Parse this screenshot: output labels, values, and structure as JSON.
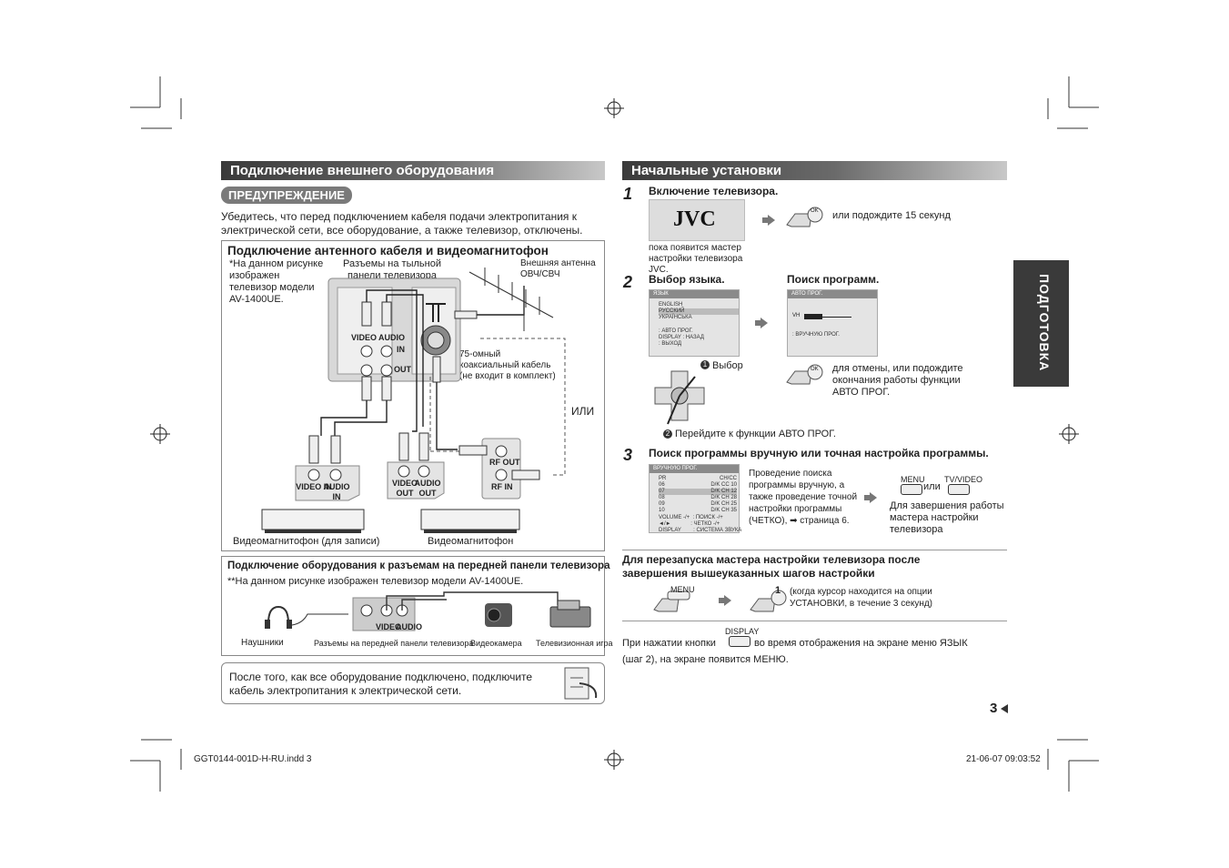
{
  "left": {
    "title": "Подключение внешнего оборудования",
    "warning_badge": "ПРЕДУПРЕЖДЕНИЕ",
    "warning_text": "Убедитесь, что перед подключением кабеля подачи электропитания к электрической сети, все оборудование, а также телевизор, отключены.",
    "antenna_box": {
      "title": "Подключение антенного кабеля и видеомагнитофон",
      "note": "*На данном рисунке изображен телевизор модели AV-1400UE.",
      "rear_label": "Разъемы на тыльной панели телевизора",
      "antenna_label": "Внешняя антенна ОВЧ/СВЧ",
      "coax_label": "75-омный коаксиальный кабель (не входит в комплект)",
      "or_label": "ИЛИ",
      "video": "VIDEO",
      "audio": "AUDIO",
      "in": "IN",
      "out": "OUT",
      "rf_out": "RF OUT",
      "rf_in": "RF IN",
      "video_in": "VIDEO IN",
      "audio_in": "AUDIO IN",
      "video_out": "VIDEO OUT",
      "audio_out": "AUDIO OUT",
      "vcr_record": "Видеомагнитофон (для записи)",
      "vcr": "Видеомагнитофон"
    },
    "front_box": {
      "title": "Подключение оборудования к разъемам на передней панели телевизора",
      "note": "**На данном рисунке изображен телевизор модели AV-1400UE.",
      "headphones": "Наушники",
      "front_jacks": "Разъемы на передней панели телевизора",
      "camcorder": "Видеокамера",
      "game": "Телевизионная игра",
      "video": "VIDEO",
      "audio": "AUDIO"
    },
    "power_note": "После того, как все оборудование подключено, подключите кабель электропитания к электрической сети."
  },
  "right": {
    "title": "Начальные установки",
    "side_tab": "ПОДГОТОВКА",
    "step1": {
      "num": "1",
      "title": "Включение телевизора.",
      "logo": "JVC",
      "caption": "пока появится мастер настройки телевизора JVC.",
      "ok": "OK",
      "wait": "или подождите 15 секунд"
    },
    "step2": {
      "num": "2",
      "title": "Выбор языка.",
      "screen_title": "ЯЗЫК",
      "langs": [
        "ENGLISH",
        "РУССКИЙ",
        "УКРАЇНСЬКА"
      ],
      "menu_lines": [
        ": АВТО ПРОГ.",
        "DISPLAY : НАЗАД",
        ": ВЫХОД"
      ],
      "select": "Выбор",
      "goto": "Перейдите к функции АВТО ПРОГ.",
      "mark1": "1",
      "mark2": "2"
    },
    "search": {
      "title": "Поиск программ.",
      "screen_title": "АВТО ПРОГ.",
      "vh": "VH",
      "manual": ": ВРУЧНУЮ ПРОГ.",
      "ok": "OK",
      "text": "для отмены, или подождите окончания работы функции АВТО ПРОГ."
    },
    "step3": {
      "num": "3",
      "title": "Поиск программы вручную или точная настройка программы.",
      "screen_title": "ВРУЧНУЮ ПРОГ.",
      "rows": [
        [
          "PR",
          "CH/CC"
        ],
        [
          "06",
          "D/K CC 10"
        ],
        [
          "07",
          "D/K CH 12"
        ],
        [
          "08",
          "D/K CH 28"
        ],
        [
          "09",
          "D/K CH 25"
        ],
        [
          "10",
          "D/K CH 35"
        ]
      ],
      "foot": [
        "VOLUME -/+  : ПОИСК -/+",
        "◄/►             : ЧЕТКО -/+",
        "DISPLAY        : СИСТЕМА ЗВУКА"
      ],
      "desc": "Проведение поиска программы вручную, а также проведение точной настройки программы (ЧЕТКО), ➡ страница 6.",
      "menu": "MENU",
      "or": "или",
      "tvvideo": "TV/VIDEO",
      "finish": "Для завершения работы мастера настройки телевизора"
    },
    "restart": {
      "title": "Для перезапуска мастера настройки телевизора после завершения вышеуказанных шагов настройки",
      "menu": "MENU",
      "one": "1",
      "hint": "(когда курсор находится на опции УСТАНОВКИ, в течение 3 секунд)"
    },
    "display_note_pre": "При нажатии кнопки",
    "display_btn": "DISPLAY",
    "display_note_post": "во время отображения на экране меню ЯЗЫК",
    "display_note_line2": "(шаг 2), на экране появится МЕНЮ."
  },
  "page_number": "3",
  "footer_file": "GGT0144-001D-H-RU.indd   3",
  "footer_date": "21-06-07   09:03:52"
}
